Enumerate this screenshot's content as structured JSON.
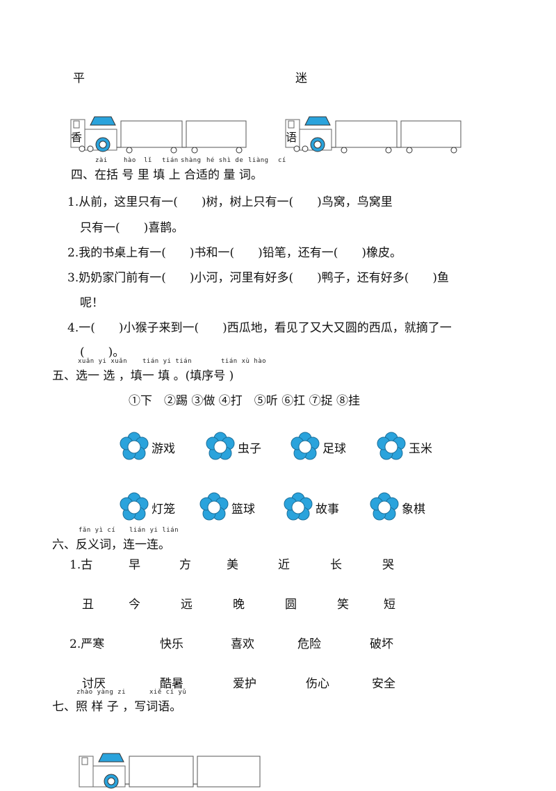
{
  "top_chars": {
    "left": "平",
    "right": "迷"
  },
  "trains": {
    "left_char": "香",
    "right_char": "语"
  },
  "section4": {
    "pinyin": [
      "zài",
      "hào",
      "lǐ",
      "tián",
      "shàng",
      "hé shì de",
      "liàng",
      "cí"
    ],
    "title": "四、在括 号 里 填 上  合适的  量  词。",
    "q1_line1": "1.从前，这里只有一(　　)树，树上只有一(　　)鸟窝，鸟窝里",
    "q1_line2": "只有一(　　)喜鹊。",
    "q2": "2.我的书桌上有一(　　)书和一(　　)铅笔，还有一(　　)橡皮。",
    "q3_line1": "3.奶奶家门前有一(　　)小河，河里有好多(　　)鸭子，还有好多(　　)鱼",
    "q3_line2": "呢！",
    "q4_line1": "4.一(　　)小猴子来到一(　　)西瓜地，看见了又大又圆的西瓜，就摘了一",
    "q4_line2": "(　　)。"
  },
  "section5": {
    "pinyin": [
      "xuǎn yi  xuǎn",
      "tián yi  tián",
      "tián xù hào"
    ],
    "title": "五、选一 选 ，填一 填 。(填序号 )",
    "options": "①下　②踢 ③做 ④打　⑤听 ⑥扛 ⑦捉 ⑧挂",
    "row1": [
      "游戏",
      "虫子",
      "足球",
      "玉米"
    ],
    "row2": [
      "灯笼",
      "篮球",
      "故事",
      "象棋"
    ],
    "flower_color": "#2aa3dc"
  },
  "section6": {
    "pinyin": [
      "fǎn yì cí",
      "lián yi lián"
    ],
    "title": "六、反义词，连一连。",
    "row1": [
      "1.古",
      "早",
      "方",
      "美",
      "近",
      "长",
      "哭"
    ],
    "row2": [
      "丑",
      "今",
      "远",
      "晚",
      "圆",
      "笑",
      "短"
    ],
    "row3": [
      "2.严寒",
      "快乐",
      "喜欢",
      "危险",
      "破坏"
    ],
    "row4": [
      "讨厌",
      "酷暑",
      "爱护",
      "伤心",
      "安全"
    ]
  },
  "section7": {
    "pinyin": [
      "zhào yàng  zi",
      "xiě cí yǔ"
    ],
    "title": "七、照 样 子 ，写词语。"
  },
  "colors": {
    "train_cab": "#2aa3dc",
    "text": "#111111"
  }
}
